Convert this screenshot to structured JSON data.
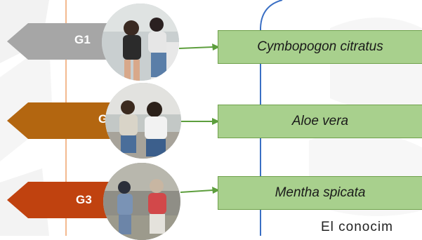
{
  "groups": [
    {
      "label": "G1",
      "plant": "Cymbopogon citratus",
      "tag_color": "#a6a6a6"
    },
    {
      "label": "G2",
      "plant": "Aloe vera",
      "tag_color": "#b36610"
    },
    {
      "label": "G3",
      "plant": "Mentha spicata",
      "tag_color": "#c0420f"
    }
  ],
  "colors": {
    "box_fill": "#a8d08d",
    "box_border": "#70a14c",
    "arrow": "#5d9e3d",
    "orange_line": "#f3b98f",
    "blue_line": "#3a6fc4"
  },
  "footer_text": "El conocim"
}
